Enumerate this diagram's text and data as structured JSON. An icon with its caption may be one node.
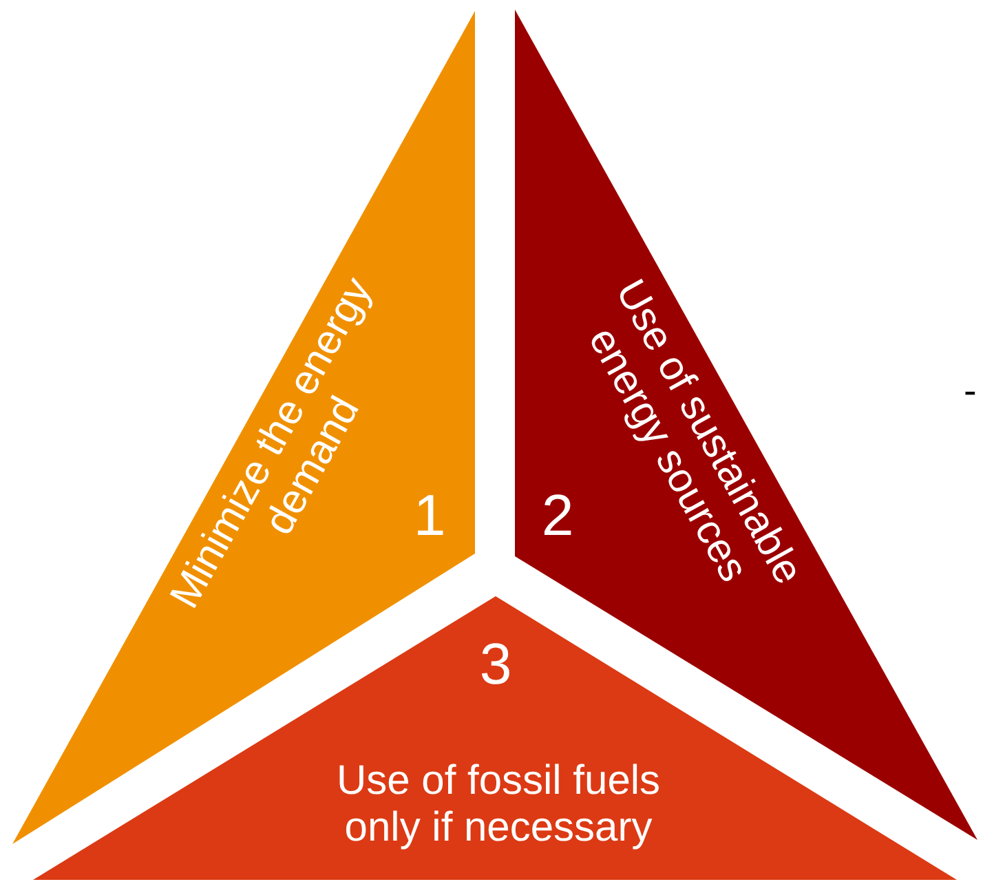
{
  "diagram": {
    "nodes": [
      {
        "text": [
          "Minimize the energy demand",
          "1"
        ]
      },
      {
        "text": [
          "Use of sustainable energy sources",
          "2"
        ]
      },
      {
        "text": [
          "3",
          "Use of fossil fuels only if necessary"
        ]
      }
    ],
    "labels": [
      "-"
    ]
  }
}
